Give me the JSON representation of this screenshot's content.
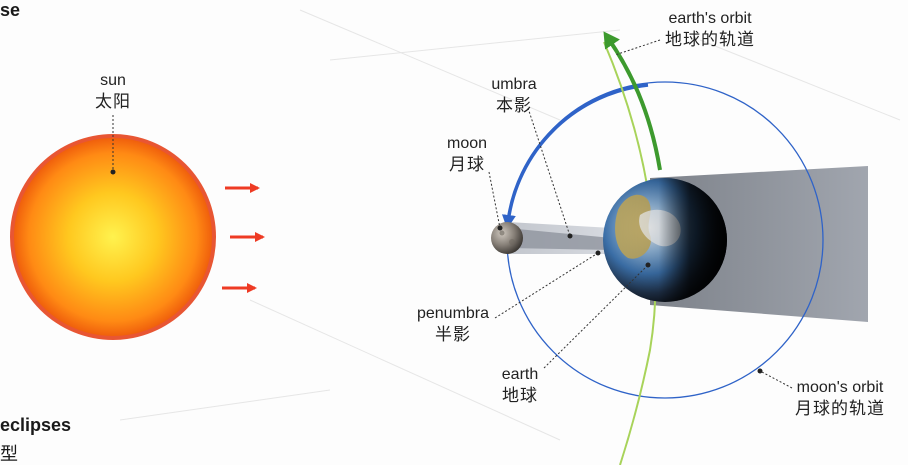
{
  "fragments": {
    "top_left": "se",
    "bottom_left": "eclipses",
    "bottom_left_zh": "型"
  },
  "labels": {
    "sun": {
      "en": "sun",
      "zh": "太阳"
    },
    "earths_orbit": {
      "en": "earth's orbit",
      "zh": "地球的轨道"
    },
    "umbra": {
      "en": "umbra",
      "zh": "本影"
    },
    "moon": {
      "en": "moon",
      "zh": "月球"
    },
    "penumbra": {
      "en": "penumbra",
      "zh": "半影"
    },
    "earth": {
      "en": "earth",
      "zh": "地球"
    },
    "moons_orbit": {
      "en": "moon's orbit",
      "zh": "月球的轨道"
    }
  },
  "colors": {
    "sun_core": "#fff04a",
    "sun_mid": "#ffb21e",
    "sun_edge": "#f06a10",
    "sun_corona": "#e23a10",
    "arrow_red": "#ee3b24",
    "earth_orbit_green": "#3d9a2e",
    "moon_orbit_blue": "#2f63c8",
    "umbra_gray": "#6f747e",
    "penumbra_gray": "#b7bcc6",
    "earth_ocean": "#3b7fc1",
    "earth_land": "#c9b25a",
    "moon_gray": "#8a8580"
  }
}
